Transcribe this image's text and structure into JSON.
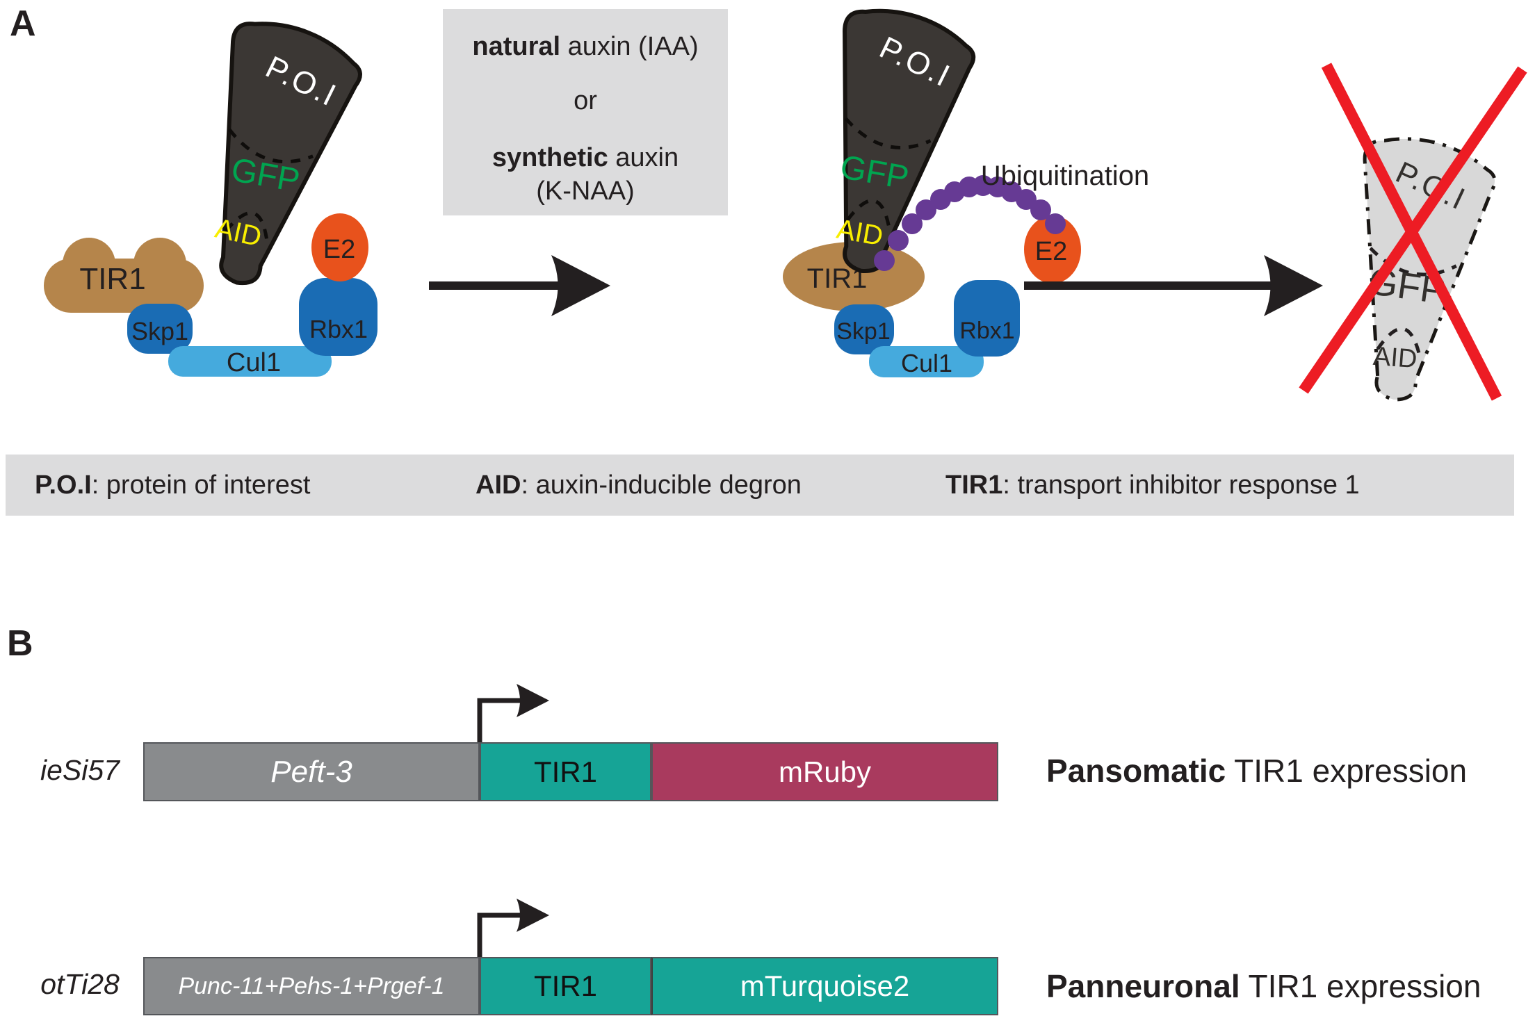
{
  "colors": {
    "ink": "#231f20",
    "cone_dark": "#3b3734",
    "cone_outline": "#161310",
    "degraded_fill": "#d8d8d8",
    "tan": "#b5854b",
    "blue": "#1a6cb4",
    "light_blue": "#45aadd",
    "orange": "#e8521c",
    "purple": "#663a94",
    "gfp_green": "#00a550",
    "aid_yellow": "#f8ee00",
    "red": "#ed1c24",
    "panel_gray": "#dcdcdd",
    "teal": "#16a496",
    "crimson": "#a93a5e",
    "promoter_gray": "#898b8d"
  },
  "panel_a": {
    "label": "A",
    "auxin_box": {
      "line1_bold": "natural",
      "line1_rest": " auxin (IAA)",
      "line2": "or",
      "line3_bold": "synthetic",
      "line3_rest": " auxin",
      "line4": "(K-NAA)"
    },
    "complex": {
      "poi": "P.O.I",
      "gfp": "GFP",
      "aid": "AID",
      "tir1": "TIR1",
      "skp1": "Skp1",
      "cul1": "Cul1",
      "rbx1": "Rbx1",
      "e2": "E2"
    },
    "ubiquitination": "Ubiquitination",
    "legend": [
      {
        "term": "P.O.I",
        "def": ": protein of interest"
      },
      {
        "term": "AID",
        "def": ": auxin-inducible degron"
      },
      {
        "term": "TIR1",
        "def": ": transport inhibitor response 1"
      }
    ]
  },
  "panel_b": {
    "label": "B",
    "rows": [
      {
        "allele": "ieSi57",
        "promoter": "Peft-3",
        "gene": "TIR1",
        "reporter": "mRuby",
        "desc_bold": "Pansomatic",
        "desc_rest": " TIR1 expression"
      },
      {
        "allele": "otTi28",
        "promoter": "Punc-11+Pehs-1+Prgef-1",
        "gene": "TIR1",
        "reporter": "mTurquoise2",
        "desc_bold": "Panneuronal",
        "desc_rest": " TIR1 expression"
      }
    ]
  }
}
